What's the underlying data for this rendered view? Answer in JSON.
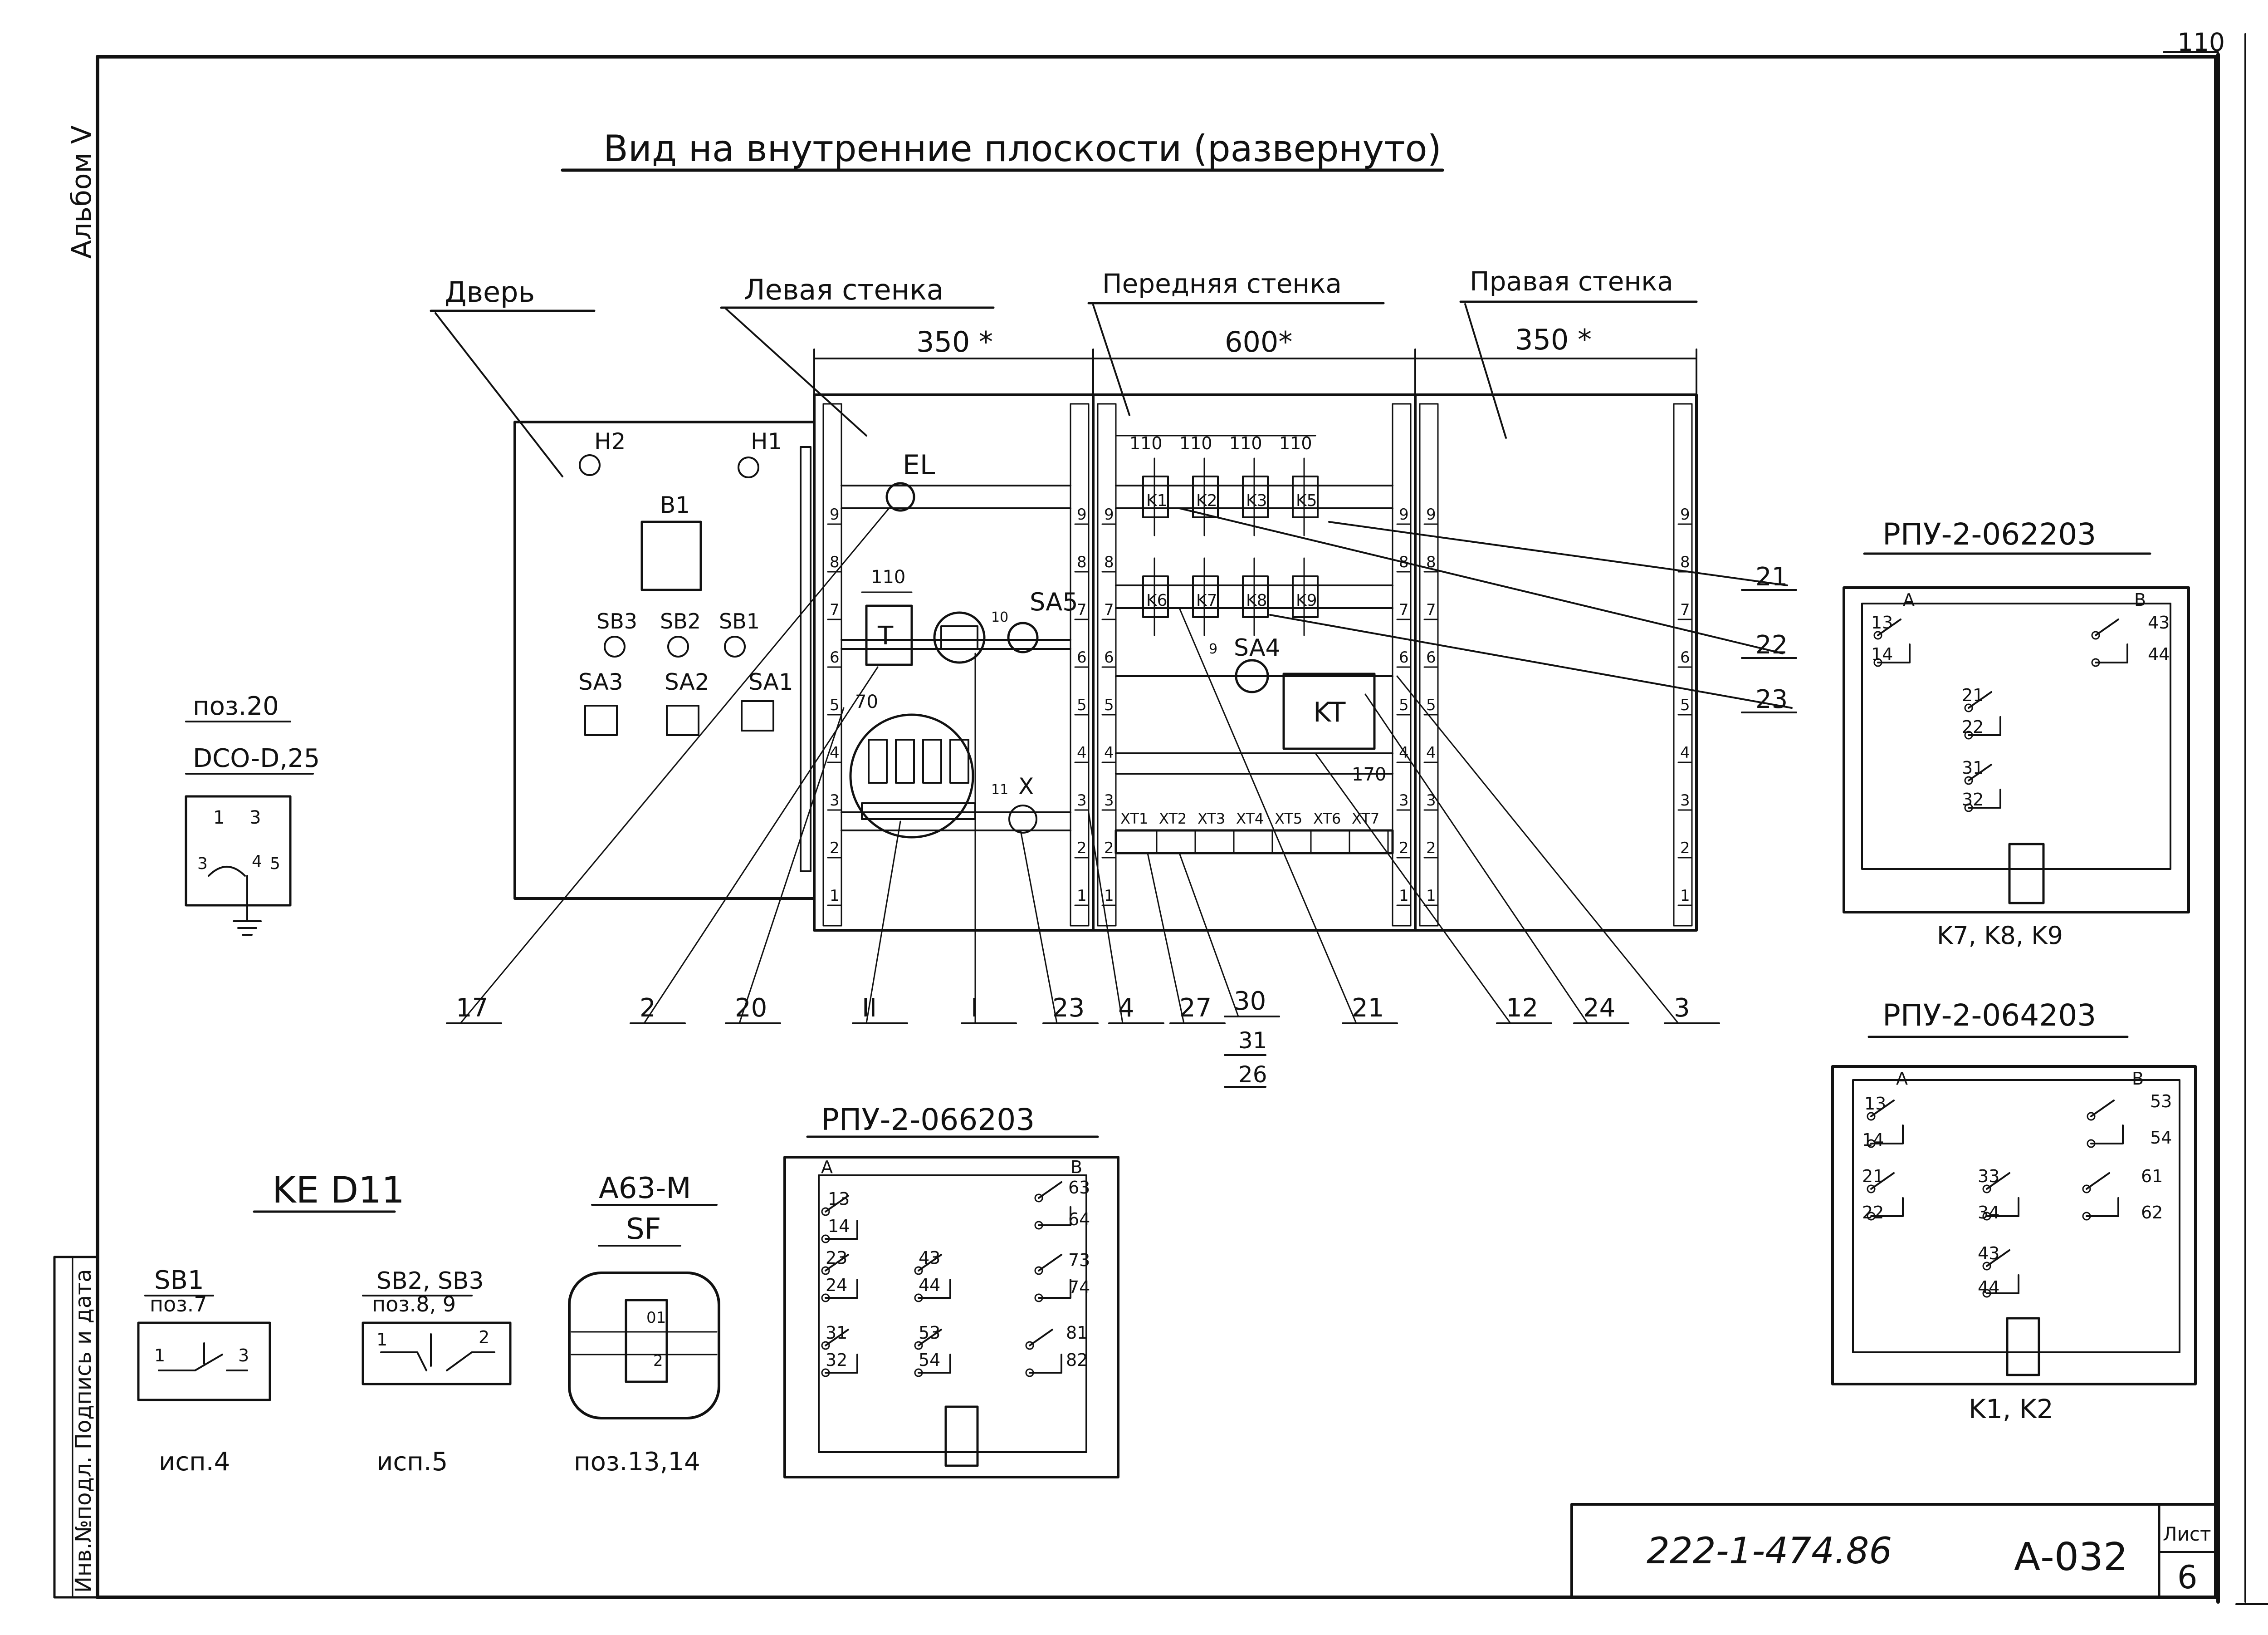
{
  "sheet": {
    "album_label": "Альбом V",
    "corner_number": "110",
    "side_stamp": "Инв.№подл. Подпись и дата",
    "doc_code": "222-1-474.86",
    "sheet_code": "А-032",
    "sheet_word": "Лист",
    "sheet_number": "6"
  },
  "title": "Вид на внутренние плоскости (развернуто)",
  "sections": {
    "door": "Дверь",
    "left_wall": "Левая стенка",
    "front_wall": "Передняя стенка",
    "right_wall": "Правая стенка"
  },
  "dimensions": {
    "left_width": "350 *",
    "front_width": "600*",
    "right_width": "350 *",
    "gap_110": "110",
    "gap_70": "70",
    "gap_170": "170",
    "small_9": "9",
    "small_10": "10",
    "small_11": "11"
  },
  "door_items": {
    "h2": "H2",
    "h1": "H1",
    "b1": "B1",
    "sb3": "SB3",
    "sb2": "SB2",
    "sb1": "SB1",
    "sa3": "SA3",
    "sa2": "SA2",
    "sa1": "SA1"
  },
  "panel_items": {
    "el": "EL",
    "t": "T",
    "sa5": "SA5",
    "x": "X",
    "sa4": "SA4",
    "kt": "KT",
    "relays_top": [
      "K1",
      "K2",
      "K3",
      "K5"
    ],
    "relays_bottom": [
      "K6",
      "K7",
      "K8",
      "K9"
    ],
    "terminals": [
      "XT1",
      "XT2",
      "XT3",
      "XT4",
      "XT5",
      "XT6",
      "XT7"
    ]
  },
  "scale_ticks": [
    "1",
    "2",
    "3",
    "4",
    "5",
    "6",
    "7",
    "8",
    "9"
  ],
  "callouts_bottom": [
    "17",
    "2",
    "20",
    "II",
    "I",
    "23",
    "4",
    "27",
    "30",
    "31",
    "26",
    "21",
    "12",
    "24",
    "3"
  ],
  "callouts_right": [
    "21",
    "22",
    "23"
  ],
  "component_left": {
    "pos": "поз.20",
    "name": "DCO-D,25",
    "pins": [
      "1",
      "3",
      "3",
      "4",
      "5"
    ]
  },
  "kedll": {
    "title": "KE D11",
    "sb1": {
      "name": "SB1",
      "pos": "поз.7",
      "pins": [
        "1",
        "3"
      ],
      "variant": "исп.4"
    },
    "sb23": {
      "name": "SB2, SB3",
      "pos": "поз.8, 9",
      "pins": [
        "1",
        "2"
      ],
      "variant": "исп.5"
    }
  },
  "breaker": {
    "title": "A63-M",
    "name": "SF",
    "pins": [
      "01",
      "2"
    ],
    "pos": "поз.13,14"
  },
  "rpu_066203": {
    "title": "РПУ-2-066203",
    "terminals": [
      "A",
      "B",
      "13",
      "14",
      "63",
      "64",
      "23",
      "24",
      "43",
      "44",
      "73",
      "74",
      "31",
      "32",
      "53",
      "54",
      "81",
      "82"
    ]
  },
  "rpu_062203": {
    "title": "РПУ-2-062203",
    "terminals": [
      "A",
      "B",
      "13",
      "14",
      "43",
      "44",
      "21",
      "22",
      "31",
      "32"
    ],
    "caption": "K7, K8, K9"
  },
  "rpu_064203": {
    "title": "РПУ-2-064203",
    "terminals": [
      "A",
      "B",
      "13",
      "14",
      "53",
      "54",
      "21",
      "22",
      "33",
      "34",
      "61",
      "62",
      "43",
      "44"
    ],
    "caption": "K1, K2"
  }
}
